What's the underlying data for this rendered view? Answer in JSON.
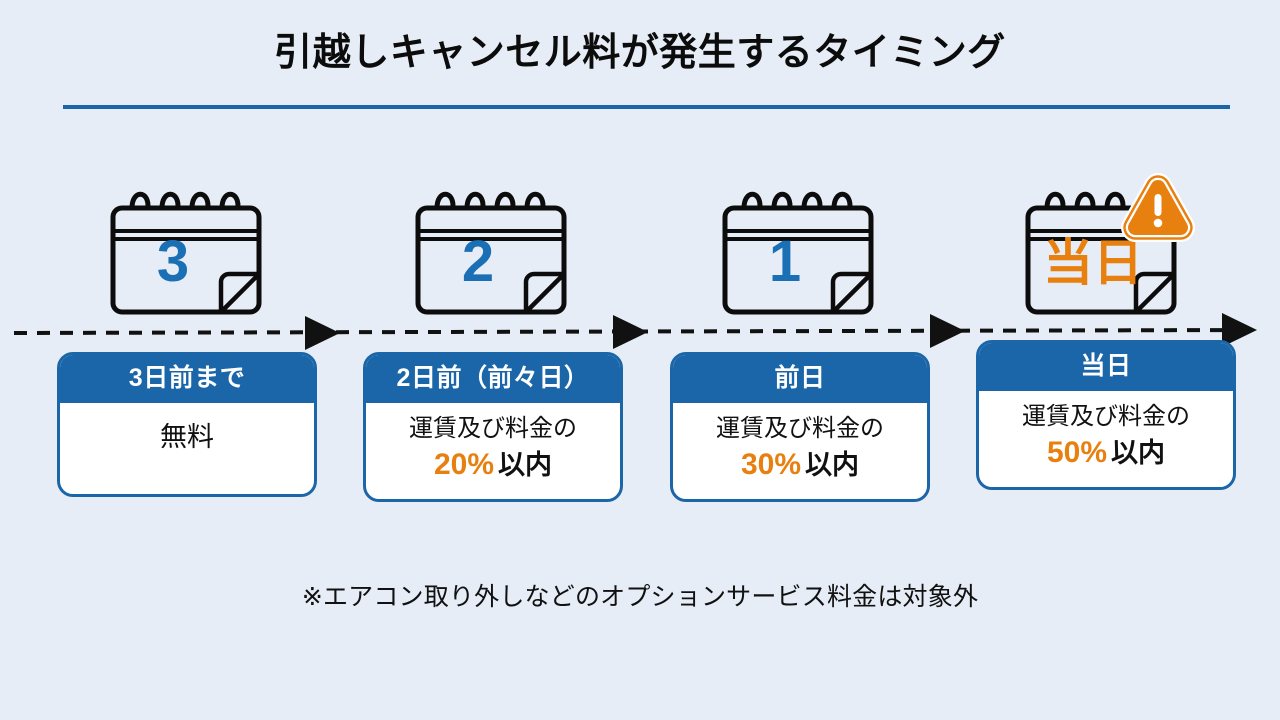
{
  "page": {
    "title": "引越しキャンセル料が発生するタイミング",
    "footnote": "※エアコン取り外しなどのオプションサービス料金は対象外",
    "background_color": "#e6edf6",
    "accent_blue": "#1b66a8",
    "accent_orange": "#e8800f",
    "text_color": "#111111"
  },
  "timeline": {
    "style": "dashed-arrow",
    "arrow_count": 4,
    "color": "#111111"
  },
  "steps": [
    {
      "calendar": {
        "label": "3",
        "label_color": "#1b66a8",
        "warning": false
      },
      "card": {
        "header": "3日前まで",
        "body_line1": "無料",
        "body_line2": "",
        "percent": "",
        "suffix": ""
      }
    },
    {
      "calendar": {
        "label": "2",
        "label_color": "#1b66a8",
        "warning": false
      },
      "card": {
        "header": "2日前（前々日）",
        "body_line1": "運賃及び料金の",
        "body_line2": "20% 以内",
        "percent": "20%",
        "suffix": "以内"
      }
    },
    {
      "calendar": {
        "label": "1",
        "label_color": "#1b66a8",
        "warning": false
      },
      "card": {
        "header": "前日",
        "body_line1": "運賃及び料金の",
        "body_line2": "30% 以内",
        "percent": "30%",
        "suffix": "以内"
      }
    },
    {
      "calendar": {
        "label": "当日",
        "label_color": "#e8800f",
        "warning": true
      },
      "card": {
        "header": "当日",
        "body_line1": "運賃及び料金の",
        "body_line2": "50% 以内",
        "percent": "50%",
        "suffix": "以内"
      }
    }
  ]
}
